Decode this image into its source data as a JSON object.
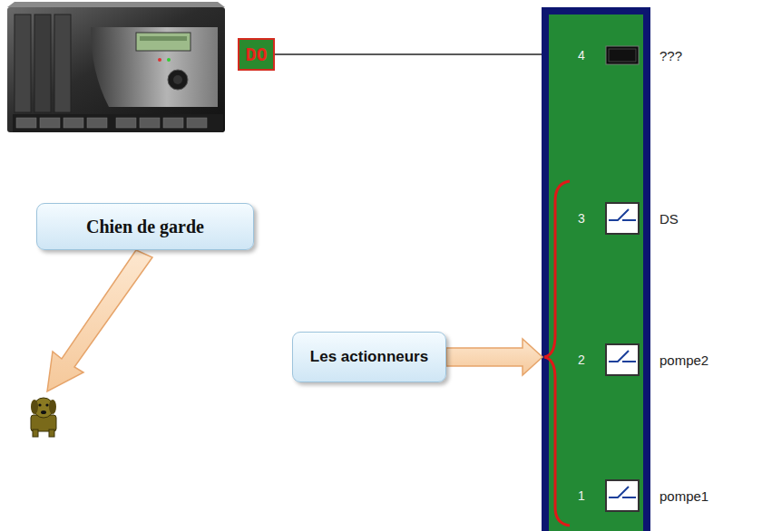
{
  "diagram": {
    "nodes": [
      {
        "text": [
          "DO"
        ]
      },
      {
        "text": [
          "Chien de garde"
        ]
      },
      {
        "text": [
          "Les actionneurs"
        ]
      }
    ],
    "labels": [
      "4",
      "???",
      "3",
      "DS",
      "2",
      "pompe2",
      "1",
      "pompe1"
    ]
  }
}
